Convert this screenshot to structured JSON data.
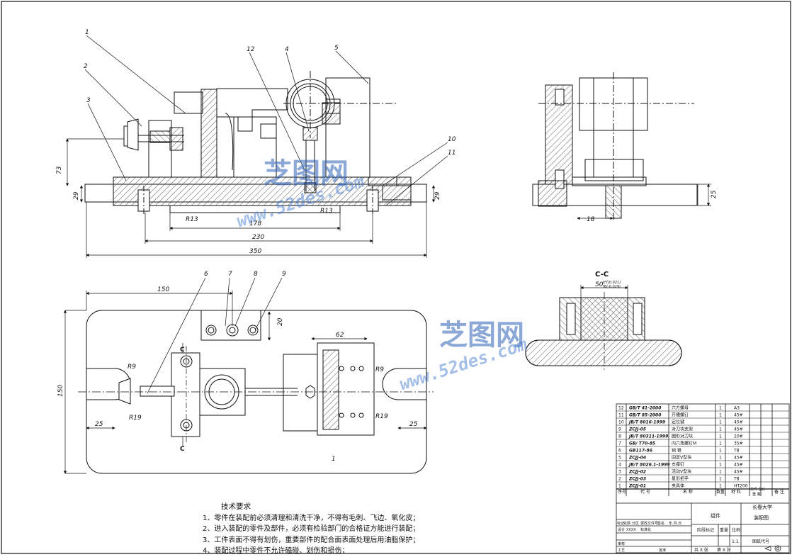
{
  "colors": {
    "line": "#111111",
    "hatch": "#333333",
    "watermark": "#2f62b8"
  },
  "callouts": [
    "1",
    "2",
    "3",
    "12",
    "4",
    "5",
    "10",
    "11",
    "6",
    "7",
    "8",
    "9",
    "1"
  ],
  "dims_front": {
    "d73": "73",
    "d29_left": "29",
    "d29_right": "29",
    "d178": "178",
    "d230": "230",
    "d350": "350",
    "r13_left": "R13",
    "r13_right": "R13"
  },
  "dims_side": {
    "d25": "25",
    "d18": "18"
  },
  "dims_plan": {
    "d150": "150",
    "d20": "20",
    "d62": "62",
    "d150_vert": "150",
    "d25_left": "25",
    "d25_right": "25",
    "r9_left": "R9",
    "r19_left": "R19",
    "r9_right": "R9",
    "r19_right": "R19",
    "c_top": "C",
    "c_bottom": "C"
  },
  "section": {
    "title": "C-C",
    "dim": "50",
    "tol_upper": "H7(0.021)",
    "tol_lower": "f6(-0.029)"
  },
  "watermark": {
    "brand": "芝图网",
    "url": "www.52des.com"
  },
  "notes": {
    "title": "技术要求",
    "items": [
      "1、零件在装配前必须清理和清洗干净，不得有毛刺、飞边、氧化皮；",
      "2、进入装配的零件及部件，必须有检验部门的合格证方能进行装配；",
      "3、工件表面不得有划伤，重要部件的配合面表面处理后用油脂保护；",
      "4、装配过程中零件不允许磕碰、划伤和损伤；"
    ]
  },
  "bom": {
    "rows": [
      {
        "no": "12",
        "code": "GB/T 41-2000",
        "name": "六方螺母",
        "qty": "1",
        "mat": "A3"
      },
      {
        "no": "11",
        "code": "GB/T 85-2000",
        "name": "开槽螺钉",
        "qty": "1",
        "mat": "45#"
      },
      {
        "no": "10",
        "code": "JB/T 8016-1999",
        "name": "定位键",
        "qty": "1",
        "mat": "45#"
      },
      {
        "no": "9",
        "code": "ZCJJ-05",
        "name": "对刀块支架",
        "qty": "1",
        "mat": "45#"
      },
      {
        "no": "8",
        "code": "JB/T 80311-1999",
        "name": "圆形对刀块",
        "qty": "1",
        "mat": "20#"
      },
      {
        "no": "7",
        "code": "GB/ T70-85",
        "name": "内六角螺钉M",
        "qty": "1",
        "mat": "35#"
      },
      {
        "no": "6",
        "code": "GB117-86",
        "name": "销 锥",
        "qty": "1",
        "mat": "T8"
      },
      {
        "no": "5",
        "code": "ZCJJ-04",
        "name": "固定V型块",
        "qty": "1",
        "mat": "45#"
      },
      {
        "no": "4",
        "code": "JB/T 8026.1-1999",
        "name": "支撑钉",
        "qty": "1",
        "mat": "45#"
      },
      {
        "no": "3",
        "code": "ZCJJ-02",
        "name": "活动V型块",
        "qty": "1",
        "mat": "45#"
      },
      {
        "no": "2",
        "code": "ZCJJ-03",
        "name": "星形把手",
        "qty": "1",
        "mat": "T8"
      },
      {
        "no": "1",
        "code": "ZCJJ-01",
        "name": "夹具体",
        "qty": "1",
        "mat": "HT200"
      }
    ],
    "headers": {
      "no": "序号",
      "code": "代 号",
      "name": "名 称",
      "qty": "数量",
      "mat": "材 料",
      "unit_wt": "单件 总计",
      "wt": "重 量",
      "remark": "备 注"
    }
  },
  "title_block": {
    "part_label": "组件",
    "school": "长春大学",
    "drawing_name": "装配图",
    "stage_label": "阶段标记",
    "weight_label": "重量",
    "scale_label": "比例",
    "scale": "1:1",
    "drawing_no_label": "图纸代号",
    "sheets_label": "共 X 张",
    "sheet_label": "第 X 张",
    "rev_labels": [
      "标记",
      "处数",
      "分区",
      "更改文件号",
      "签名",
      "年.月.日"
    ],
    "roles": [
      "设计",
      "审核",
      "工艺"
    ],
    "designer": "XXXX",
    "std_label": "标准化",
    "approve_label": "批准"
  }
}
